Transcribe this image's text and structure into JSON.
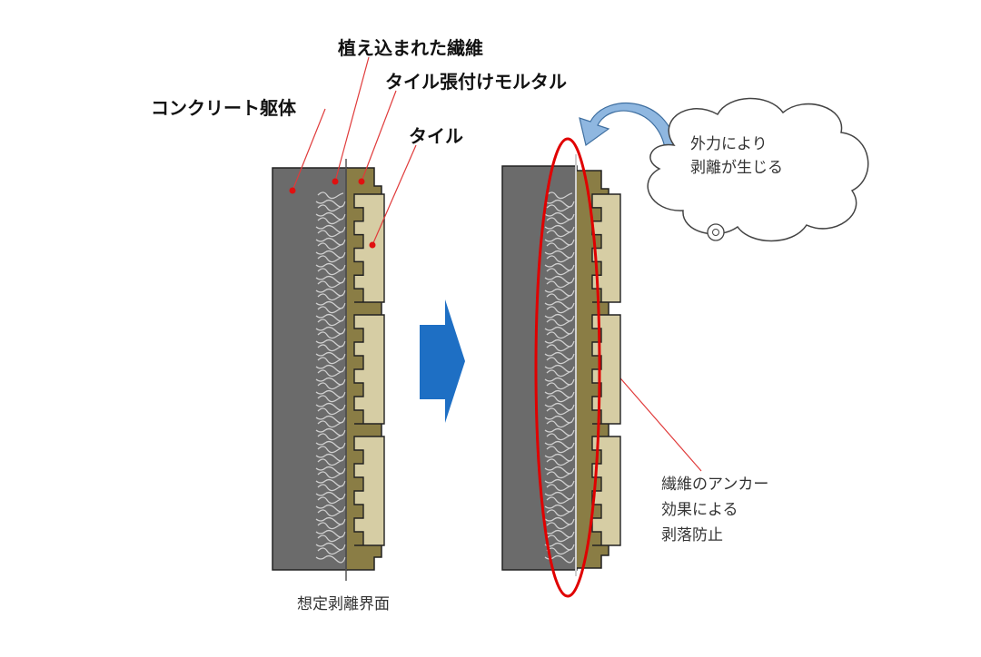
{
  "labels": {
    "concrete_body": "コンクリート躯体",
    "embedded_fiber": "植え込まれた繊維",
    "tile_mortar": "タイル張付けモルタル",
    "tile": "タイル",
    "assumed_interface": "想定剥離界面"
  },
  "cloud": {
    "line1": "外力により",
    "line2": "剥離が生じる"
  },
  "effect": {
    "line1": "繊維のアンカー",
    "line2": "効果による",
    "line3": "剥落防止"
  },
  "colors": {
    "concrete": "#6b6b6b",
    "mortar": "#8a7d45",
    "tile": "#d6cda4",
    "fiber": "#cfcfcf",
    "leader": "#e03a3a",
    "ellipse": "#e00000",
    "arrow": "#1e6fc4",
    "curved_arrow": "#8fb7e0"
  }
}
